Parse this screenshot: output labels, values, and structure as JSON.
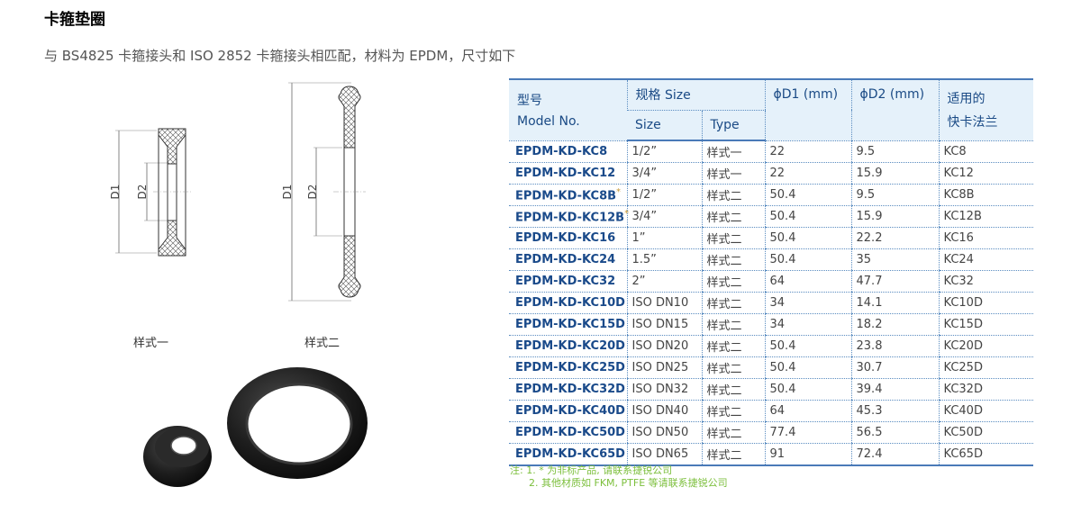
{
  "page": {
    "title": "卡箍垫圈",
    "subtitle": "与 BS4825 卡箍接头和 ISO 2852 卡箍接头相匹配，材料为 EPDM，尺寸如下"
  },
  "figures": {
    "style1_caption": "样式一",
    "style2_caption": "样式二",
    "d1_label": "D1",
    "d2_label": "D2"
  },
  "table": {
    "headers": {
      "model_cn": "型号",
      "model_en": "Model No.",
      "spec": "规格 Size",
      "size": "Size",
      "type": "Type",
      "d1": "ϕD1 (mm)",
      "d2": "ϕD2 (mm)",
      "flange_line1": "适用的",
      "flange_line2": "快卡法兰"
    },
    "rows": [
      {
        "model": "EPDM-KD-KC8",
        "star": "",
        "size": "1/2”",
        "type": "样式一",
        "d1": "22",
        "d2": "9.5",
        "flange": "KC8"
      },
      {
        "model": "EPDM-KD-KC12",
        "star": "",
        "size": "3/4”",
        "type": "样式一",
        "d1": "22",
        "d2": "15.9",
        "flange": "KC12"
      },
      {
        "model": "EPDM-KD-KC8B",
        "star": "*",
        "size": "1/2”",
        "type": "样式二",
        "d1": "50.4",
        "d2": "9.5",
        "flange": "KC8B"
      },
      {
        "model": "EPDM-KD-KC12B",
        "star": "*",
        "size": "3/4”",
        "type": "样式二",
        "d1": "50.4",
        "d2": "15.9",
        "flange": "KC12B"
      },
      {
        "model": "EPDM-KD-KC16",
        "star": "",
        "size": "1”",
        "type": "样式二",
        "d1": "50.4",
        "d2": "22.2",
        "flange": "KC16"
      },
      {
        "model": "EPDM-KD-KC24",
        "star": "",
        "size": "1.5”",
        "type": "样式二",
        "d1": "50.4",
        "d2": "35",
        "flange": "KC24"
      },
      {
        "model": "EPDM-KD-KC32",
        "star": "",
        "size": "2”",
        "type": "样式二",
        "d1": "64",
        "d2": "47.7",
        "flange": "KC32"
      },
      {
        "model": "EPDM-KD-KC10D",
        "star": "",
        "size": "ISO DN10",
        "type": "样式二",
        "d1": "34",
        "d2": "14.1",
        "flange": "KC10D"
      },
      {
        "model": "EPDM-KD-KC15D",
        "star": "",
        "size": "ISO DN15",
        "type": "样式二",
        "d1": "34",
        "d2": "18.2",
        "flange": "KC15D"
      },
      {
        "model": "EPDM-KD-KC20D",
        "star": "",
        "size": "ISO DN20",
        "type": "样式二",
        "d1": "50.4",
        "d2": "23.8",
        "flange": "KC20D"
      },
      {
        "model": "EPDM-KD-KC25D",
        "star": "",
        "size": "ISO DN25",
        "type": "样式二",
        "d1": "50.4",
        "d2": "30.7",
        "flange": "KC25D"
      },
      {
        "model": "EPDM-KD-KC32D",
        "star": "",
        "size": "ISO DN32",
        "type": "样式二",
        "d1": "50.4",
        "d2": "39.4",
        "flange": "KC32D"
      },
      {
        "model": "EPDM-KD-KC40D",
        "star": "",
        "size": "ISO DN40",
        "type": "样式二",
        "d1": "64",
        "d2": "45.3",
        "flange": "KC40D"
      },
      {
        "model": "EPDM-KD-KC50D",
        "star": "",
        "size": "ISO DN50",
        "type": "样式二",
        "d1": "77.4",
        "d2": "56.5",
        "flange": "KC50D"
      },
      {
        "model": "EPDM-KD-KC65D",
        "star": "",
        "size": "ISO DN65",
        "type": "样式二",
        "d1": "91",
        "d2": "72.4",
        "flange": "KC65D"
      }
    ]
  },
  "notes": {
    "line1": "注: 1. * 为非标产品, 请联系捷锐公司",
    "line2": "2. 其他材质如 FKM, PTFE 等请联系捷锐公司"
  },
  "colors": {
    "header_bg": "#e5f1fa",
    "header_text": "#1a4a85",
    "model_text": "#1a4a8a",
    "note_text": "#7cbf3c",
    "border": "#4a7ab8"
  }
}
